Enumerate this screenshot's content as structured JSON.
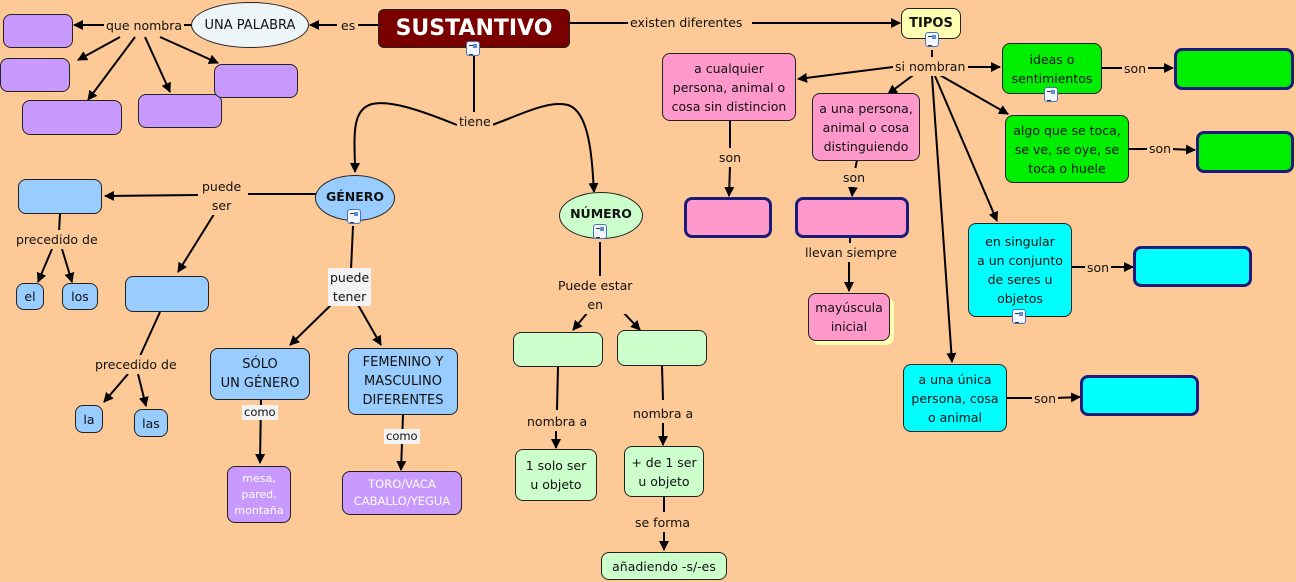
{
  "colors": {
    "background": "#fdc996",
    "root": "#7a0000",
    "purple": "#c899ff",
    "blue": "#99ccff",
    "mint": "#ccffcc",
    "pink": "#ff99cc",
    "green": "#00ee00",
    "cyan": "#00ffff",
    "yellow": "#ffffb3",
    "ice": "#eef5f9"
  },
  "nodes": {
    "root": "SUSTANTIVO",
    "una_palabra": "UNA PALABRA",
    "tipos": "TIPOS",
    "genero": "GÉNERO",
    "numero": "NÚMERO",
    "genero_a": "",
    "genero_b": "",
    "el": "el",
    "los": "los",
    "la": "la",
    "las": "las",
    "solo_un_genero": "SÓLO\nUN GÉNERO",
    "fem_masc": "FEMENINO Y\nMASCULINO\nDIFERENTES",
    "mesa": "mesa,\npared,\nmontaña",
    "toro": "TORO/VACA\nCABALLO/YEGUA",
    "num_a": "",
    "num_b": "",
    "un_solo_ser": "1 solo ser\nu objeto",
    "mas_de_uno": "+ de 1 ser\nu objeto",
    "anadiendo": "añadiendo -s/-es",
    "cualquier": "a cualquier\npersona, animal o\ncosa sin distincion",
    "distinguiendo": "a una persona,\nanimal o cosa\ndistinguiendo",
    "mayuscula": "mayúscula\ninicial",
    "ideas": "ideas o\nsentimientos",
    "algo_que": "algo que se toca,\nse ve, se oye, se\ntoca o huele",
    "singular": "en singular\na un conjunto\nde seres u\nobjetos",
    "unica": "a una única\npersona, cosa\no animal"
  },
  "links": {
    "es": "es",
    "que_nombra": "que nombra",
    "existen": "existen diferentes",
    "tiene": "tiene",
    "puede_ser": "puede\nser",
    "precedido1": "precedido de",
    "precedido2": "precedido de",
    "puede_tener": "puede\ntener",
    "como1": "como",
    "como2": "como",
    "puede_estar": "Puede estar\nen",
    "nombra1": "nombra a",
    "nombra2": "nombra a",
    "se_forma": "se forma",
    "si_nombran": "si nombran",
    "son_cualquier": "son",
    "son_distinguiendo": "son",
    "llevan": "llevan siempre",
    "son_ideas": "son",
    "son_algo": "son",
    "son_singular": "son",
    "son_unica": "son"
  }
}
